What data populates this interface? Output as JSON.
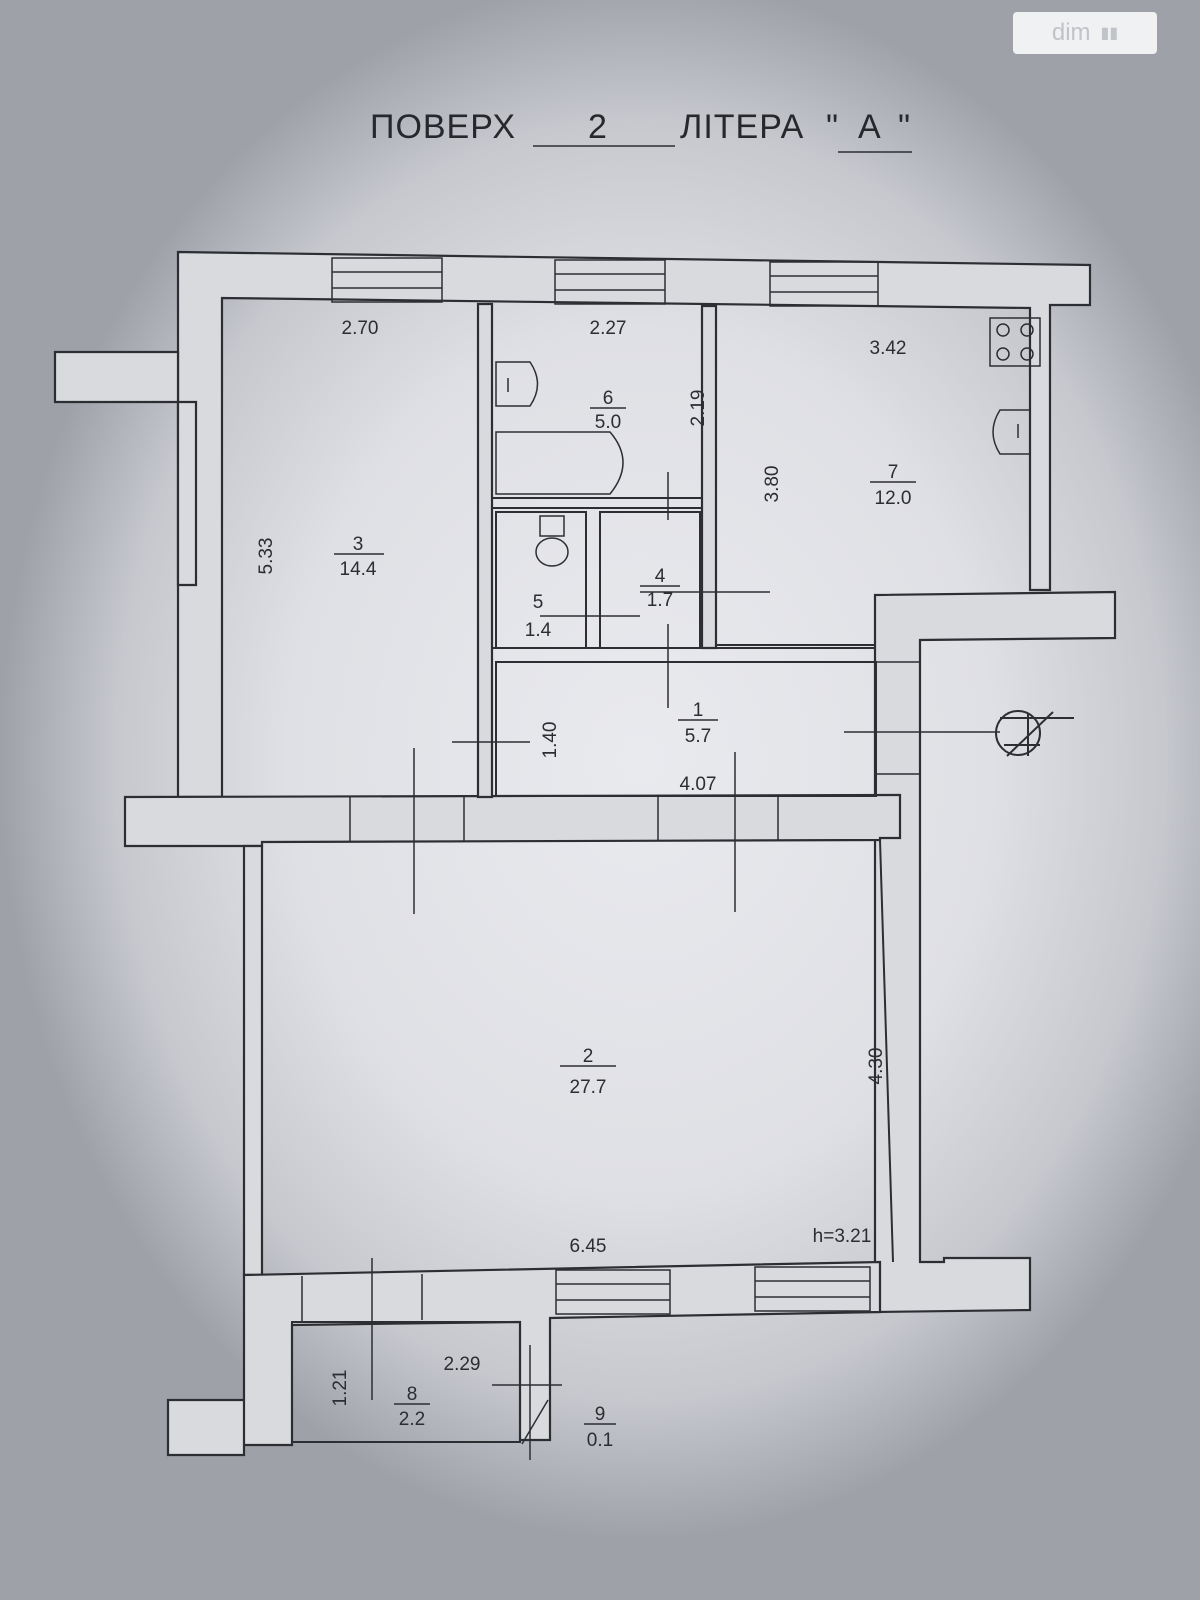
{
  "header": {
    "floor_word": "ПОВЕРХ",
    "floor_number": "2",
    "letter_word": "ЛІТЕРА",
    "letter_value": "А"
  },
  "watermark": {
    "logo_text": "dim"
  },
  "rooms": [
    {
      "number": "1",
      "area": "5.7"
    },
    {
      "number": "2",
      "area": "27.7"
    },
    {
      "number": "3",
      "area": "14.4"
    },
    {
      "number": "4",
      "area": "1.7"
    },
    {
      "number": "5",
      "area": "1.4"
    },
    {
      "number": "6",
      "area": "5.0"
    },
    {
      "number": "7",
      "area": "12.0"
    },
    {
      "number": "8",
      "area": "2.2"
    },
    {
      "number": "9",
      "area": "0.1"
    }
  ],
  "dimensions": {
    "room3_width": "2.70",
    "room3_length": "5.33",
    "room6_width": "2.27",
    "room6_length": "2.19",
    "room7_width": "3.42",
    "room7_length": "3.80",
    "room1_width": "4.07",
    "room1_length": "1.40",
    "room2_width": "6.45",
    "room2_length": "4.30",
    "room8_width": "2.29",
    "room8_length": "1.21"
  },
  "ceiling_height": "h=3.21"
}
